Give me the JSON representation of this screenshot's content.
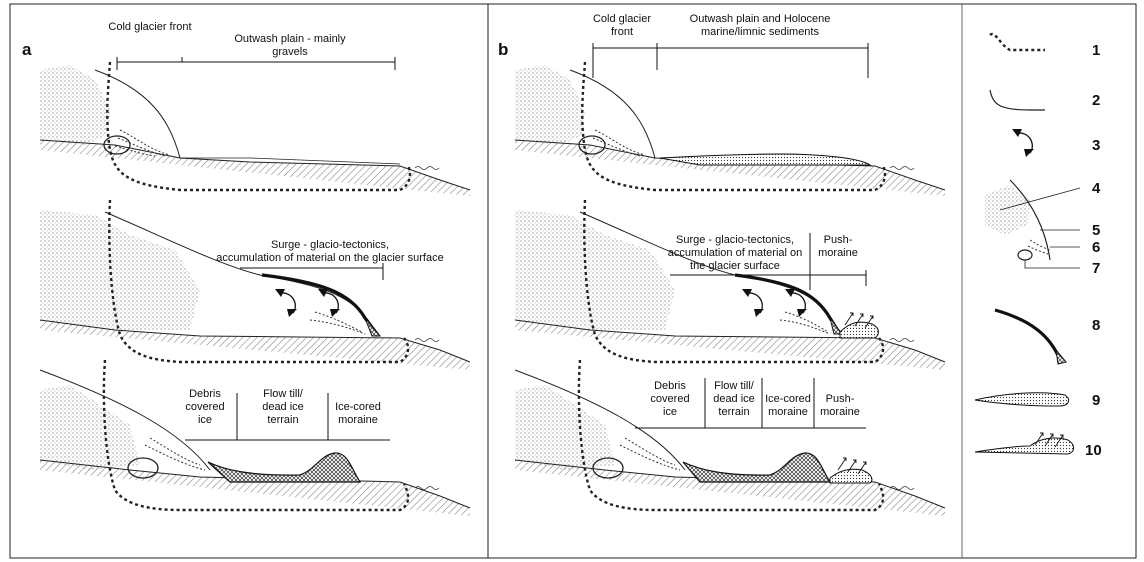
{
  "panels": [
    {
      "letter": "a",
      "stage1": {
        "front_label": "Cold glacier front",
        "plain_label_1": "Outwash plain - mainly",
        "plain_label_2": "gravels"
      },
      "stage2": {
        "surge_label_1": "Surge - glacio-tectonics,",
        "surge_label_2": "accumulation of material on the glacier surface"
      },
      "stage3": {
        "debris_1": "Debris",
        "debris_2": "covered",
        "debris_3": "ice",
        "flow_1": "Flow till/",
        "flow_2": "dead ice",
        "flow_3": "terrain",
        "icecored_1": "Ice-cored",
        "icecored_2": "moraine"
      }
    },
    {
      "letter": "b",
      "stage1": {
        "front_label_1": "Cold glacier",
        "front_label_2": "front",
        "plain_label_1": "Outwash plain and Holocene",
        "plain_label_2": "marine/limnic sediments"
      },
      "stage2": {
        "surge_label_1": "Surge - glacio-tectonics,",
        "surge_label_2": "accumulation of material on",
        "surge_label_3": "the glacier surface",
        "push_1": "Push-",
        "push_2": "moraine"
      },
      "stage3": {
        "debris_1": "Debris",
        "debris_2": "covered",
        "debris_3": "ice",
        "flow_1": "Flow till/",
        "flow_2": "dead ice",
        "flow_3": "terrain",
        "icecored_1": "Ice-cored",
        "icecored_2": "moraine",
        "push_1": "Push-",
        "push_2": "moraine"
      }
    }
  ],
  "legend": [
    "1",
    "2",
    "3",
    "4",
    "5",
    "6",
    "7",
    "8",
    "9",
    "10"
  ]
}
